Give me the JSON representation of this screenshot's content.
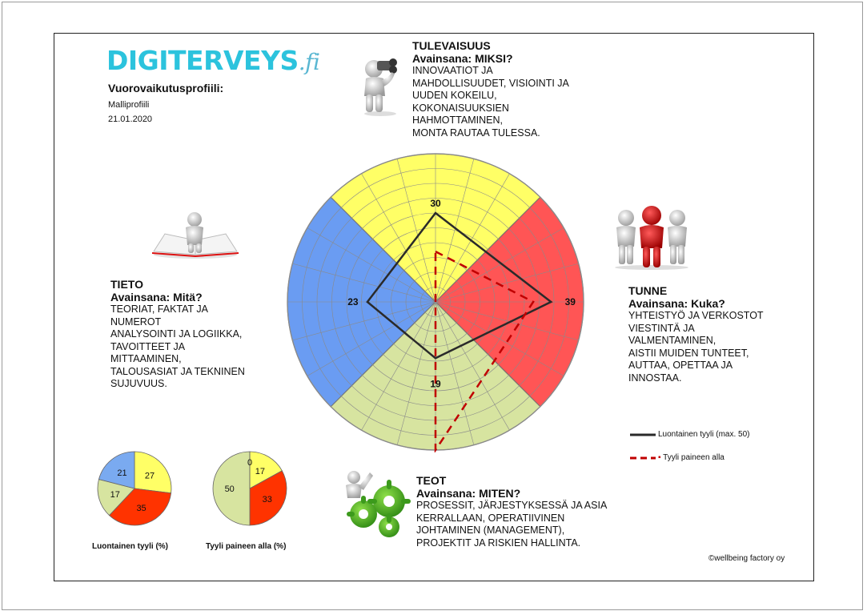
{
  "header": {
    "logo_main": "DIGITERVEYS",
    "logo_suffix": ".fi",
    "profile_title": "Vuorovaikutusprofiili:",
    "profile_name": "Malliprofiili",
    "date": "21.01.2020"
  },
  "sections": {
    "tulevaisuus": {
      "title": "TULEVAISUUS",
      "keyword": "Avainsana: MIKSI?",
      "lines": [
        "INNOVAATIOT JA",
        "MAHDOLLISUUDET,  VISIOINTI JA",
        "UUDEN KOKEILU,",
        "KOKONAISUUKSIEN",
        "HAHMOTTAMINEN,",
        "MONTA RAUTAA TULESSA."
      ]
    },
    "tieto": {
      "title": "TIETO",
      "keyword": "Avainsana: Mitä?",
      "lines": [
        "TEORIAT, FAKTAT JA",
        "NUMEROT",
        "ANALYSOINTI JA LOGIIKKA,",
        "TAVOITTEET JA",
        "MITTAAMINEN,",
        "TALOUSASIAT JA TEKNINEN",
        "SUJUVUUS."
      ]
    },
    "tunne": {
      "title": "TUNNE",
      "keyword": "Avainsana: Kuka?",
      "lines": [
        "YHTEISTYÖ JA VERKOSTOT",
        "VIESTINTÄ JA",
        "VALMENTAMINEN,",
        "AISTII MUIDEN TUNTEET,",
        "AUTTAA, OPETTAA JA",
        "INNOSTAA."
      ]
    },
    "teot": {
      "title": "TEOT",
      "keyword": "Avainsana: MITEN?",
      "lines": [
        "PROSESSIT, JÄRJESTYKSESSÄ JA ASIA",
        "KERRALLAAN, OPERATIIVINEN",
        "JOHTAMINEN (MANAGEMENT),",
        "PROJEKTIT JA RISKIEN HALLINTA."
      ]
    }
  },
  "copyright": "©wellbeing factory oy",
  "colors": {
    "yellow": "#ffff66",
    "red": "#ff5555",
    "green": "#d7e4a0",
    "blue": "#6a9cf2",
    "line_black": "#2a2a2a",
    "line_dashed": "#c00000",
    "pie_yellow": "#ffff66",
    "pie_red": "#ff3300",
    "pie_green": "#d7e4a0",
    "pie_blue": "#7aaaf0"
  },
  "chart_data": [
    {
      "type": "radar",
      "axes": [
        "TULEVAISUUS",
        "TUNNE",
        "TEOT",
        "TIETO"
      ],
      "rmax": 50,
      "series": [
        {
          "name": "Luontainen tyyli (max. 50)",
          "values": [
            30,
            39,
            19,
            23
          ],
          "labels": [
            "30",
            "39",
            "19",
            "23"
          ],
          "style": "solid"
        },
        {
          "name": "Tyyli paineen alla",
          "values": [
            17,
            33,
            50,
            0
          ],
          "style": "dashed"
        }
      ]
    },
    {
      "type": "pie",
      "title": "Luontainen tyyli (%)",
      "slices": [
        {
          "label": "27",
          "value": 27,
          "color": "#ffff66"
        },
        {
          "label": "35",
          "value": 35,
          "color": "#ff3300"
        },
        {
          "label": "17",
          "value": 17,
          "color": "#d7e4a0"
        },
        {
          "label": "21",
          "value": 21,
          "color": "#7aaaf0"
        }
      ]
    },
    {
      "type": "pie",
      "title": "Tyyli paineen alla (%)",
      "slices": [
        {
          "label": "17",
          "value": 17,
          "color": "#ffff66"
        },
        {
          "label": "33",
          "value": 33,
          "color": "#ff3300"
        },
        {
          "label": "50",
          "value": 50,
          "color": "#d7e4a0"
        },
        {
          "label": "0",
          "value": 0,
          "color": "#7aaaf0"
        }
      ]
    }
  ]
}
